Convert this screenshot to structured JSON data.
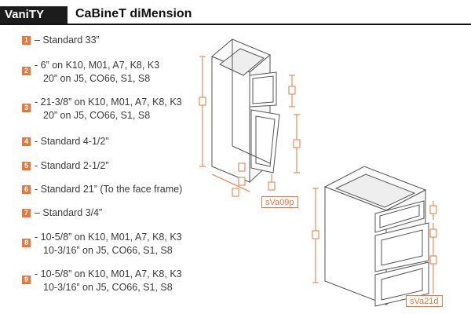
{
  "header": {
    "tag": "VaniTY",
    "title": "CaBineT diMension"
  },
  "items": [
    {
      "num": "1",
      "line1": "– Standard 33”",
      "line2": ""
    },
    {
      "num": "2",
      "line1": "- 6” on K10, M01, A7, K8, K3",
      "line2": "20” on J5, CO66, S1, S8"
    },
    {
      "num": "3",
      "line1": "- 21-3/8” on K10, M01, A7, K8, K3",
      "line2": "20” on J5, CO66, S1, S8"
    },
    {
      "num": "4",
      "line1": "- Standard 4-1/2”",
      "line2": ""
    },
    {
      "num": "5",
      "line1": "- Standard 2-1/2”",
      "line2": ""
    },
    {
      "num": "6",
      "line1": "- Standard 21” (To the face frame)",
      "line2": ""
    },
    {
      "num": "7",
      "line1": "– Standard 3/4”",
      "line2": ""
    },
    {
      "num": "8",
      "line1": "- 10-5/8” on K10, M01, A7, K8, K3",
      "line2": "10-3/16” on J5, CO66, S1, S8"
    },
    {
      "num": "9",
      "line1": "- 10-5/8” on K10, M01, A7, K8, K3",
      "line2": "10-3/16” on J5, CO66, S1, S8"
    }
  ],
  "diagrams": {
    "label_a": "sVa09p",
    "label_b": "sVa21d"
  },
  "colors": {
    "accent": "#e8773b",
    "ink": "#1c1c1c"
  }
}
